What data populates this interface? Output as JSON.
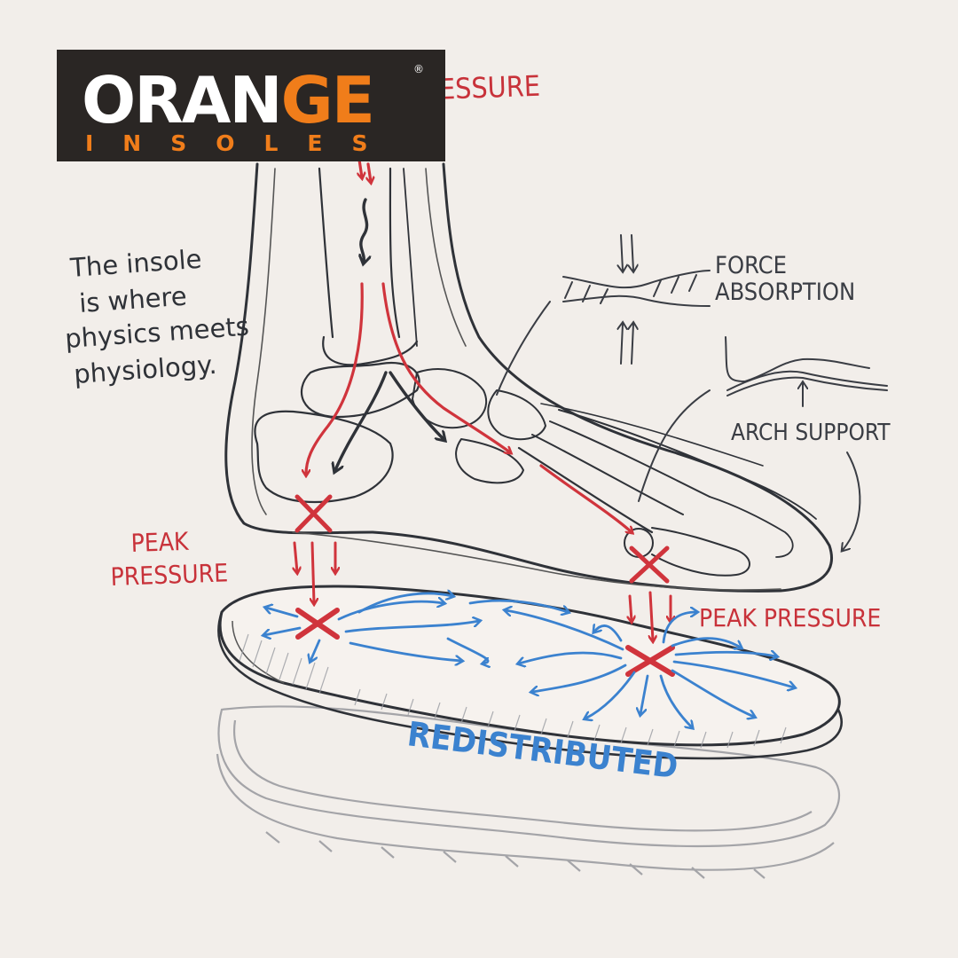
{
  "logo": {
    "word": "ORANGE",
    "word_prefix": "ORAN",
    "word_suffix": "GE",
    "registered_mark": "®",
    "subword": "INSOLES",
    "bg_color": "#2a2624",
    "white": "#ffffff",
    "orange": "#f07d1a"
  },
  "labels": {
    "top_pressure": "PRESSURE",
    "peak_pressure_left_line1": "PEAK",
    "peak_pressure_left_line2": "PRESSURE",
    "peak_pressure_right": "PEAK PRESSURE",
    "force_line1": "FORCE",
    "force_line2": "ABSORPTION",
    "arch_support": "ARCH SUPPORT",
    "redistributed": "REDISTRIBUTED"
  },
  "note": {
    "line1": "The insole",
    "line2": "is where",
    "line3": "physics meets",
    "line4": "physiology."
  },
  "colors": {
    "background": "#f2eeea",
    "ink": "#2f3238",
    "pressure_red": "#d0343c",
    "flow_blue": "#3b82cf"
  }
}
